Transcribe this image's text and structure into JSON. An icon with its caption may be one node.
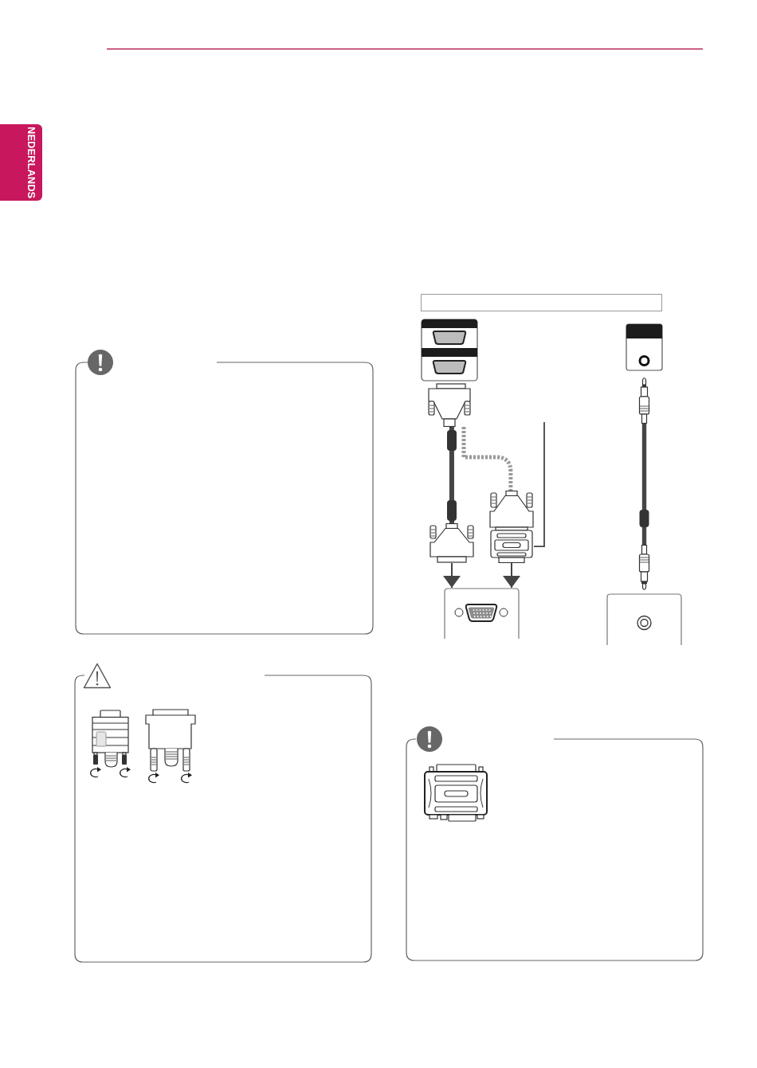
{
  "diagram": {
    "nodes": [
      {
        "text": [],
        "shape": "picture"
      },
      {
        "text": [],
        "shape": "picture"
      },
      {
        "text": [],
        "shape": "picture"
      },
      {
        "text": [],
        "shape": "picture"
      },
      {
        "text": [],
        "shape": "picture"
      },
      {
        "text": [],
        "shape": "picture"
      }
    ],
    "edges": [
      {
        "from": 0,
        "to": 2,
        "arrow": "none",
        "style": "thick"
      },
      {
        "from": 0,
        "to": 3,
        "arrow": "none",
        "style": "dashed",
        "color": "#999999"
      },
      {
        "from": null,
        "to": 3,
        "arrow": "none"
      },
      {
        "from": 2,
        "to": 4,
        "arrow": "to"
      },
      {
        "from": 3,
        "to": 4,
        "arrow": "to"
      },
      {
        "from": 1,
        "to": 5,
        "arrow": "none",
        "style": "thick"
      }
    ],
    "labels": [
      "NEDERLANDS"
    ]
  }
}
